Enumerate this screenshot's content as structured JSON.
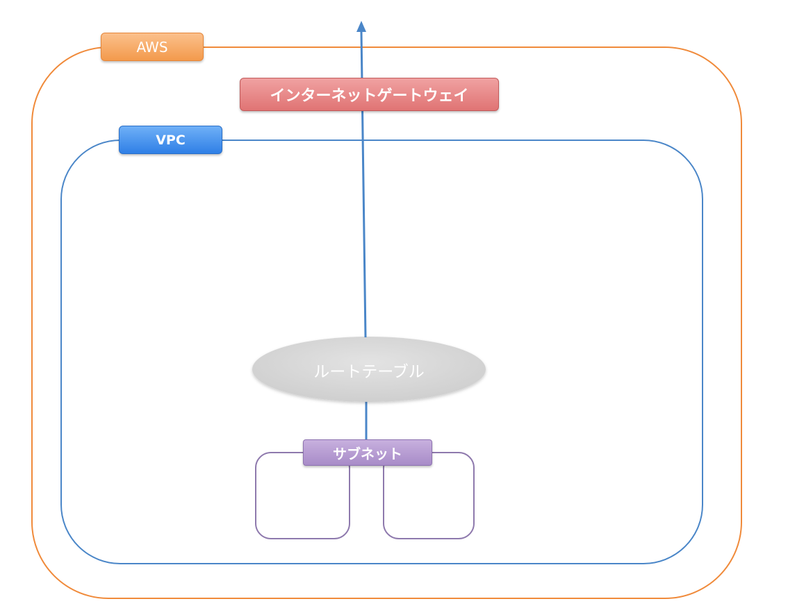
{
  "labels": {
    "aws": "AWS",
    "internet_gateway": "インターネットゲートウェイ",
    "vpc": "VPC",
    "route_table": "ルートテーブル",
    "subnet": "サブネット"
  },
  "colors": {
    "aws_border": "#f08a3a",
    "aws_tag": "#f5a25c",
    "internet_gateway_tag": "#e47d7d",
    "vpc_border": "#4a86c8",
    "vpc_tag": "#3b87ee",
    "route_table_fill": "#d9d9d9",
    "subnet_border": "#8e79ad",
    "subnet_tag": "#b79ed4",
    "arrow": "#4a86c8"
  }
}
